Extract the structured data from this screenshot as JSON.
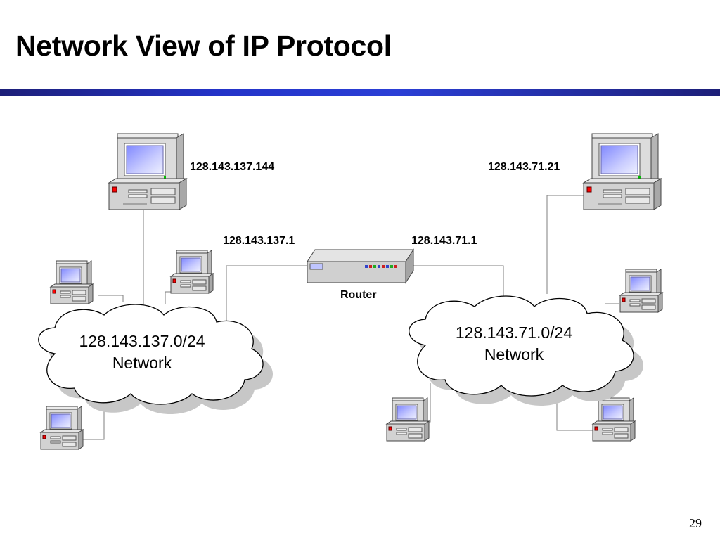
{
  "slide": {
    "title": "Network View of IP Protocol",
    "page_number": "29"
  },
  "diagram": {
    "hosts": {
      "left_server_ip": "128.143.137.144",
      "right_server_ip": "128.143.71.21"
    },
    "router": {
      "label": "Router",
      "left_interface_ip": "128.143.137.1",
      "right_interface_ip": "128.143.71.1"
    },
    "networks": {
      "left": {
        "address": "128.143.137.0/24",
        "label": "Network"
      },
      "right": {
        "address": "128.143.71.0/24",
        "label": "Network"
      }
    }
  },
  "colors": {
    "title_rule": "#2333c8",
    "screen": "#aab0ff",
    "case": "#d4d4d4",
    "power_led": "#ff0000"
  }
}
